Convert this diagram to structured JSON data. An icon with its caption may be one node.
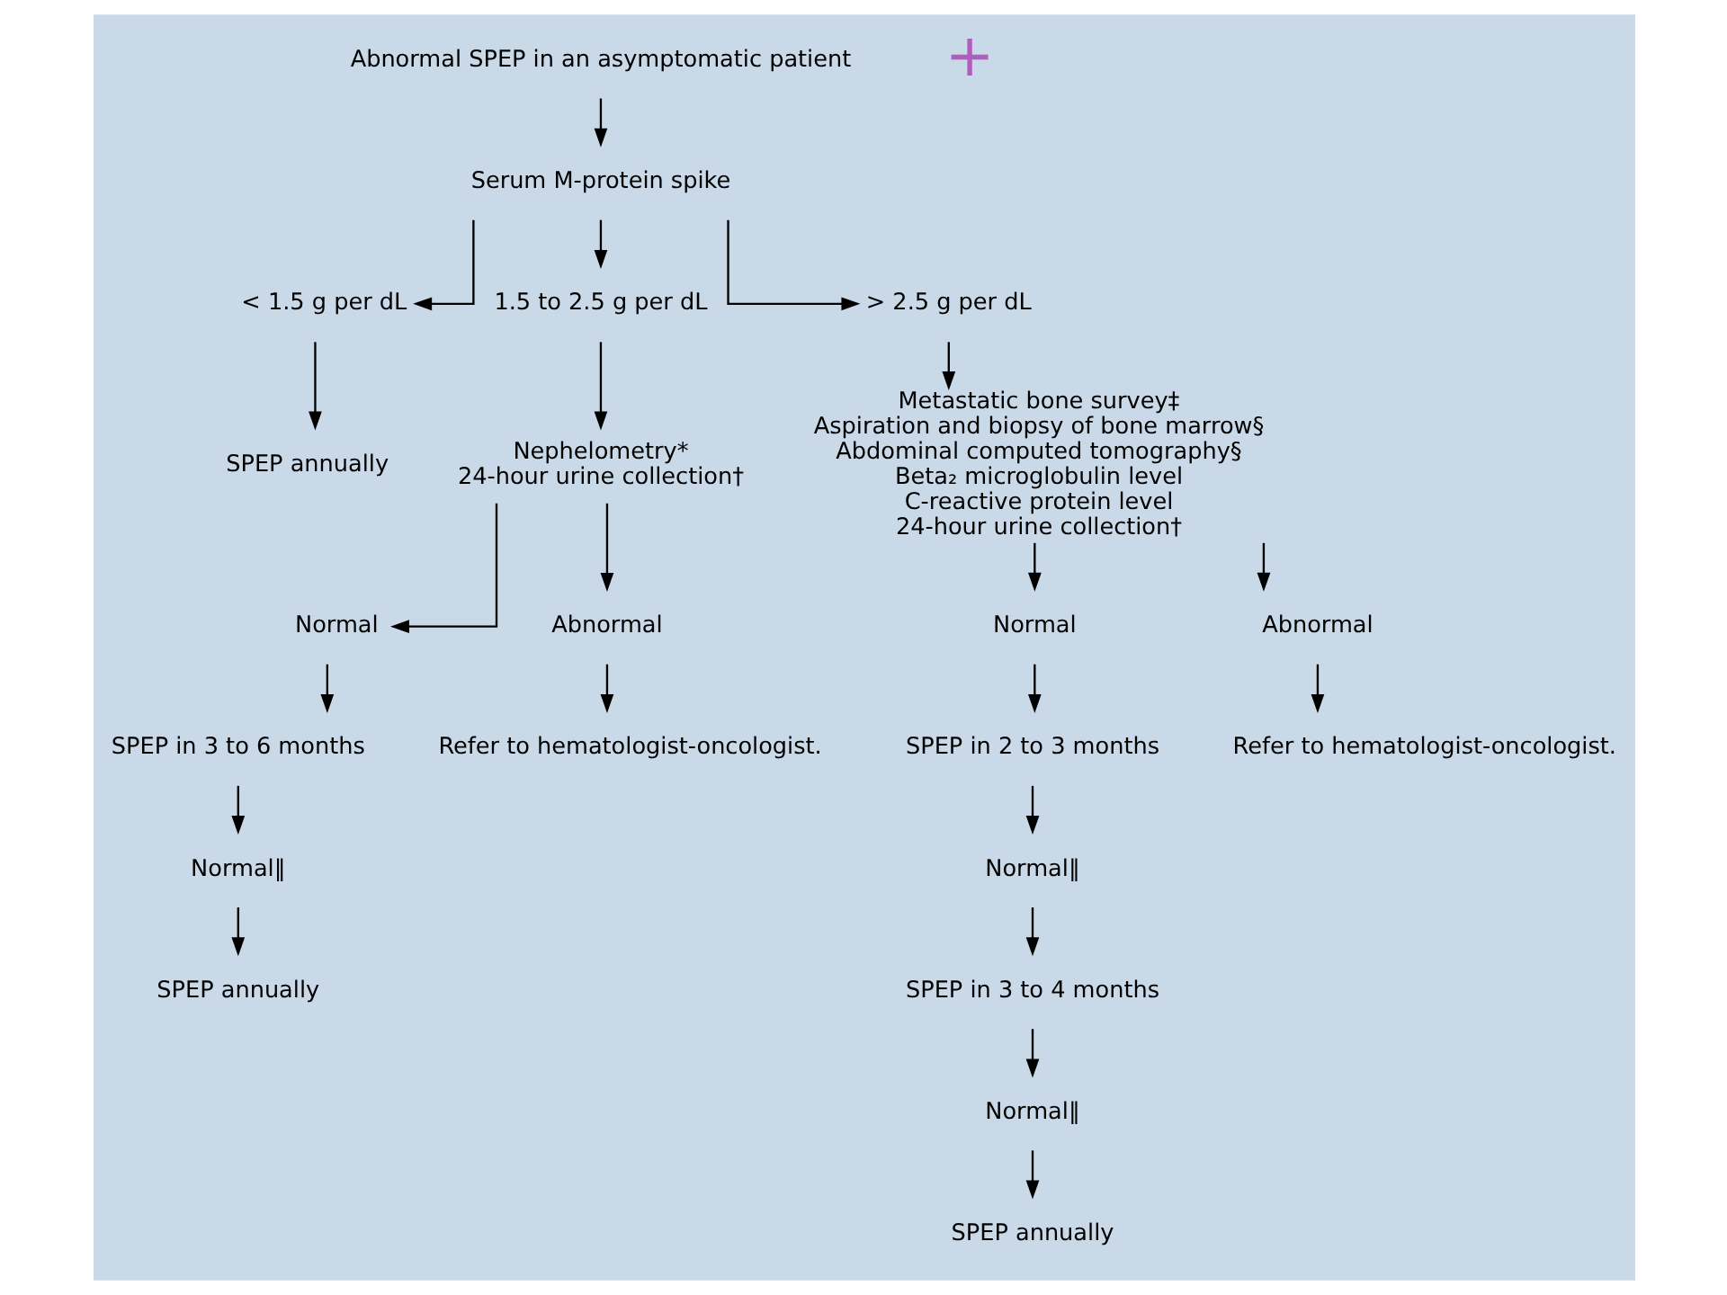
{
  "diagram": {
    "nodes": [
      {
        "text": [
          "Abnormal SPEP in an asymptomatic patient"
        ]
      },
      {
        "text": [
          "Serum M-protein spike"
        ]
      },
      {
        "text": [
          "< 1.5 g per dL"
        ]
      },
      {
        "text": [
          "1.5 to 2.5 g per dL"
        ]
      },
      {
        "text": [
          "> 2.5 g per dL"
        ]
      },
      {
        "text": [
          "SPEP annually"
        ]
      },
      {
        "text": [
          "Nephelometry*",
          "24-hour urine collection†"
        ]
      },
      {
        "text": [
          "Metastatic bone survey‡",
          "Aspiration and biopsy of bone marrow§",
          "Abdominal computed tomography§",
          "Beta₂ microglobulin level",
          "C-reactive protein level",
          "24-hour urine collection†"
        ]
      },
      {
        "text": [
          "Normal"
        ]
      },
      {
        "text": [
          "Abnormal"
        ]
      },
      {
        "text": [
          "SPEP in 3 to 6 months"
        ]
      },
      {
        "text": [
          "Refer to hematologist-oncologist."
        ]
      },
      {
        "text": [
          "Normal‖"
        ]
      },
      {
        "text": [
          "SPEP annually"
        ]
      },
      {
        "text": [
          "Normal"
        ]
      },
      {
        "text": [
          "Abnormal"
        ]
      },
      {
        "text": [
          "SPEP in 2 to 3 months"
        ]
      },
      {
        "text": [
          "Refer to hematologist-oncologist."
        ]
      },
      {
        "text": [
          "Normal‖"
        ]
      },
      {
        "text": [
          "SPEP in 3 to 4 months"
        ]
      },
      {
        "text": [
          "Normal‖"
        ]
      },
      {
        "text": [
          "SPEP annually"
        ]
      }
    ],
    "edges": [
      {
        "from": 0,
        "to": 1,
        "arrow": "to"
      },
      {
        "from": 1,
        "to": 2,
        "arrow": "to"
      },
      {
        "from": 1,
        "to": 3,
        "arrow": "to"
      },
      {
        "from": 1,
        "to": 4,
        "arrow": "to"
      },
      {
        "from": 2,
        "to": 5,
        "arrow": "to"
      },
      {
        "from": 3,
        "to": 6,
        "arrow": "to"
      },
      {
        "from": 4,
        "to": 7,
        "arrow": "to"
      },
      {
        "from": 6,
        "to": 8,
        "arrow": "to"
      },
      {
        "from": 6,
        "to": 9,
        "arrow": "to"
      },
      {
        "from": 8,
        "to": 10,
        "arrow": "to"
      },
      {
        "from": 9,
        "to": 11,
        "arrow": "to"
      },
      {
        "from": 10,
        "to": 12,
        "arrow": "to"
      },
      {
        "from": 12,
        "to": 13,
        "arrow": "to"
      },
      {
        "from": 7,
        "to": 14,
        "arrow": "to"
      },
      {
        "from": 7,
        "to": 15,
        "arrow": "to"
      },
      {
        "from": 14,
        "to": 16,
        "arrow": "to"
      },
      {
        "from": 15,
        "to": 17,
        "arrow": "to"
      },
      {
        "from": 16,
        "to": 18,
        "arrow": "to"
      },
      {
        "from": 18,
        "to": 19,
        "arrow": "to"
      },
      {
        "from": 19,
        "to": 20,
        "arrow": "to"
      },
      {
        "from": 20,
        "to": 21,
        "arrow": "to"
      }
    ],
    "labels": [
      "+"
    ]
  }
}
